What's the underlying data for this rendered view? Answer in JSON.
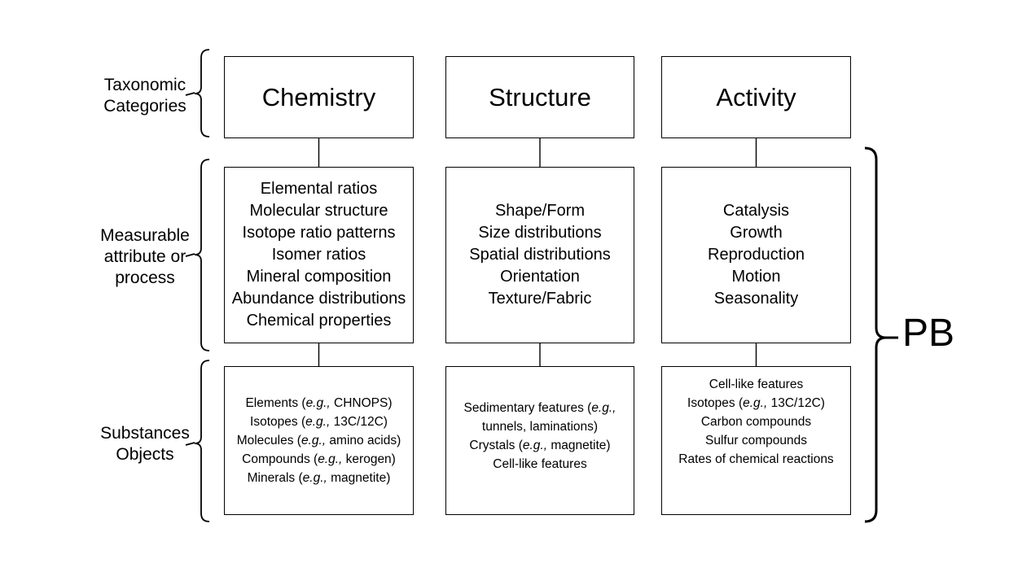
{
  "diagram": {
    "row_labels": [
      {
        "id": "taxonomic",
        "lines": [
          "Taxonomic",
          "Categories"
        ]
      },
      {
        "id": "measurable",
        "lines": [
          "Measurable",
          "attribute or",
          "process"
        ]
      },
      {
        "id": "substances",
        "lines": [
          "Substances",
          "Objects"
        ]
      }
    ],
    "columns": [
      {
        "category": "Chemistry",
        "measurables": [
          "Elemental ratios",
          "Molecular structure",
          "Isotope ratio patterns",
          "Isomer ratios",
          "Mineral composition",
          "Abundance distributions",
          "Chemical properties"
        ],
        "substances": [
          "Elements (*e.g.,* CHNOPS)",
          "Isotopes (*e.g.,* 13C/12C)",
          "Molecules (*e.g.,* amino acids)",
          "Compounds (*e.g.,* kerogen)",
          "Minerals (*e.g.,* magnetite)"
        ]
      },
      {
        "category": "Structure",
        "measurables": [
          "Shape/Form",
          "Size distributions",
          "Spatial distributions",
          "Orientation",
          "Texture/Fabric"
        ],
        "substances": [
          "Sedimentary features (*e.g.,*",
          "tunnels, laminations)",
          "Crystals (*e.g.,* magnetite)",
          "Cell-like features"
        ]
      },
      {
        "category": "Activity",
        "measurables": [
          "Catalysis",
          "Growth",
          "Reproduction",
          "Motion",
          "Seasonality"
        ],
        "substances": [
          "Cell-like features",
          "Isotopes (*e.g.,* 13C/12C)",
          "Carbon compounds",
          "Sulfur compounds",
          "Rates of chemical reactions"
        ]
      }
    ],
    "pb_label": "PB",
    "colors": {
      "background": "#ffffff",
      "line": "#000000",
      "text": "#000000"
    }
  }
}
